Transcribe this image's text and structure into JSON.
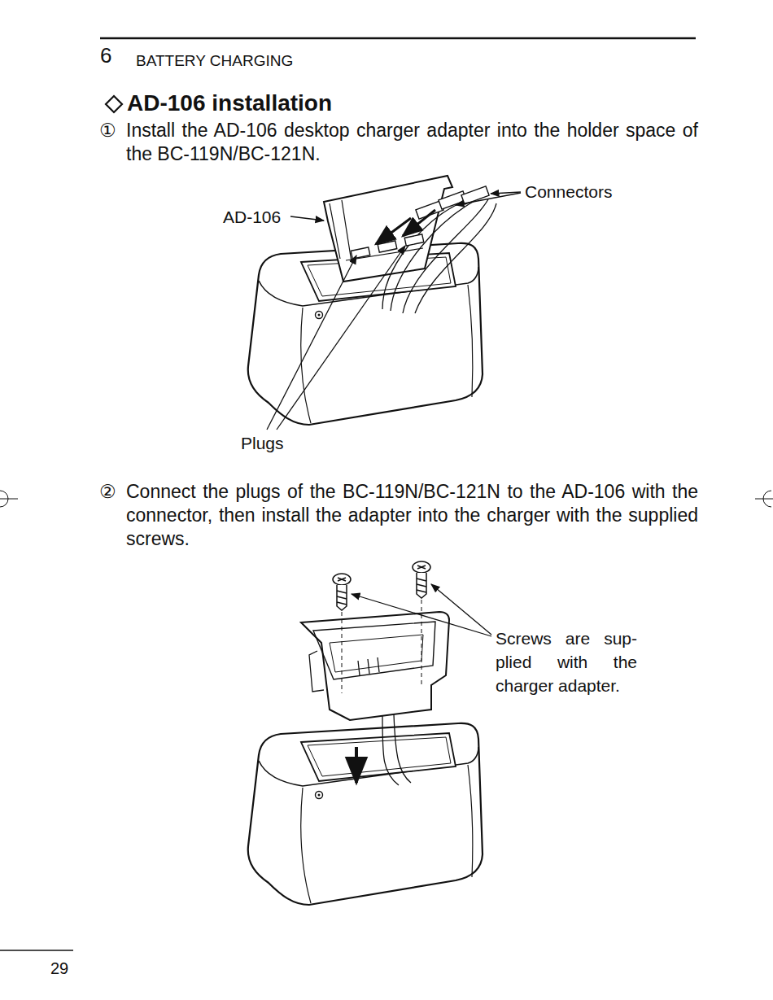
{
  "diagram": {
    "title": "AD-106 installation",
    "labels": [
      "6",
      "BATTERY CHARGING",
      "①",
      "Install the AD-106 desktop charger adapter into the holder space of the BC-119N/BC-121N.",
      "AD-106",
      "Connectors",
      "Plugs",
      "②",
      "Connect the plugs of the BC-119N/BC-121N to the AD-106 with the connector, then install the adapter into the charger with the supplied screws.",
      "Screws are sup- plied with the charger adapter.",
      "29"
    ]
  }
}
